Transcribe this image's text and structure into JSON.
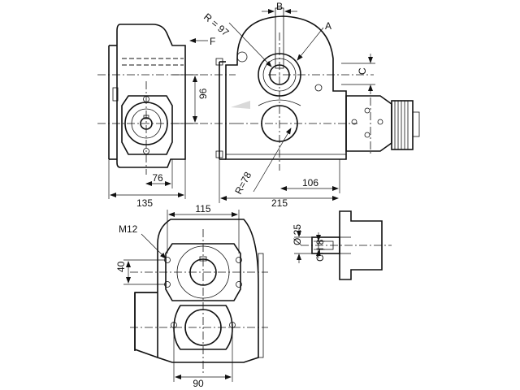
{
  "labels": {
    "b": "B",
    "a": "A",
    "c": "C",
    "f": "F",
    "r97": "R = 97",
    "r78": "R=78",
    "d96": "96",
    "d76": "76",
    "d135": "135",
    "d215": "215",
    "d106": "106",
    "d115": "115",
    "m12": "M12",
    "d40": "40",
    "d90": "90",
    "dia25": "Ø 25",
    "ch8": "CH 8"
  }
}
